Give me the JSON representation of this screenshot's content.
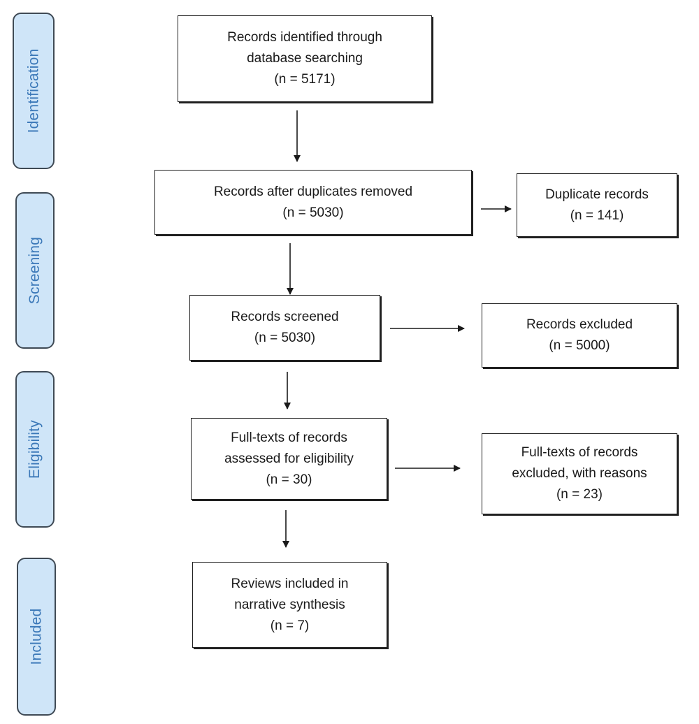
{
  "stages": [
    {
      "label": "Identification"
    },
    {
      "label": "Screening"
    },
    {
      "label": "Eligibility"
    },
    {
      "label": "Included"
    }
  ],
  "boxes": {
    "identified": {
      "line1": "Records identified through",
      "line2": "database searching",
      "count": "(n = 5171)"
    },
    "after_duplicates": {
      "line1": "Records after duplicates removed",
      "count": "(n = 5030)"
    },
    "duplicates": {
      "line1": "Duplicate records",
      "count": "(n = 141)"
    },
    "screened": {
      "line1": "Records screened",
      "count": "(n = 5030)"
    },
    "excluded": {
      "line1": "Records excluded",
      "count": "(n = 5000)"
    },
    "fulltext_assessed": {
      "line1": "Full-texts of records",
      "line2": "assessed for eligibility",
      "count": "(n = 30)"
    },
    "fulltext_excluded": {
      "line1": "Full-texts of records",
      "line2": "excluded, with reasons",
      "count": "(n = 23)"
    },
    "included": {
      "line1": "Reviews included in",
      "line2": "narrative synthesis",
      "count": "(n = 7)"
    }
  }
}
